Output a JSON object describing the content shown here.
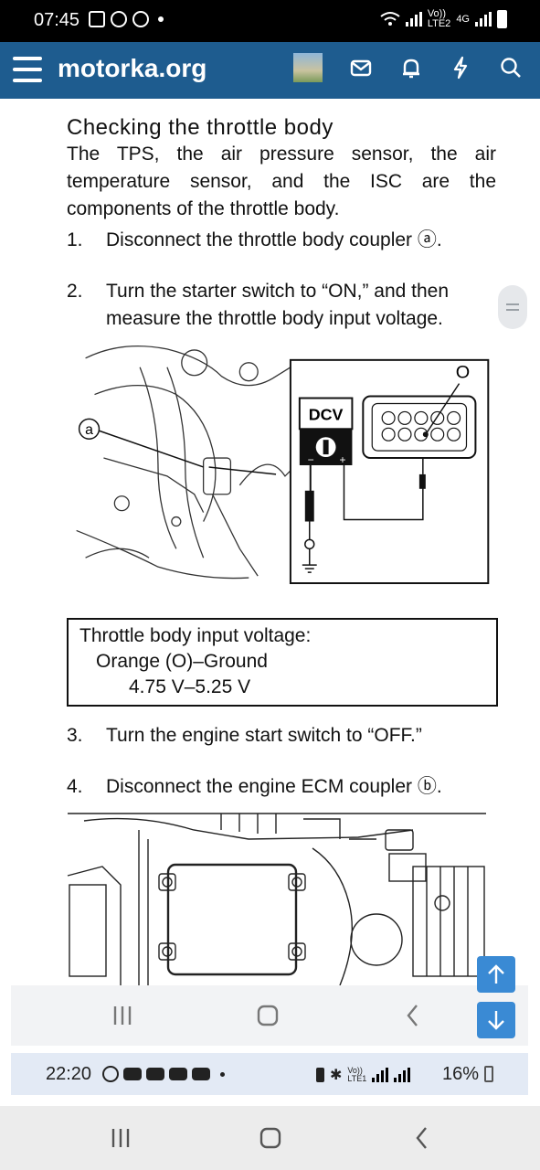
{
  "status_bar": {
    "time": "07:45",
    "volte": "Vo))",
    "lte": "LTE2",
    "net": "4G"
  },
  "app_bar": {
    "site_name": "motorka.org",
    "icons": [
      "menu-icon",
      "avatar",
      "inbox-icon",
      "bell-icon",
      "bolt-icon",
      "search-icon"
    ],
    "background_color": "#1e5c8f"
  },
  "document": {
    "heading": "Checking the throttle body",
    "intro": "The TPS, the air pressure sensor, the air temperature sensor, and the ISC are the components of the throttle body.",
    "steps": [
      {
        "num": "1.",
        "text": "Disconnect the throttle body coupler ⓐ."
      },
      {
        "num": "2.",
        "text": "Turn the starter switch to “ON,” and then measure the throttle body input voltage."
      },
      {
        "num": "3.",
        "text": "Turn the engine start switch to “OFF.”"
      },
      {
        "num": "4.",
        "text": "Disconnect the engine ECM coupler ⓑ."
      }
    ],
    "diagram1": {
      "callout_a": "a",
      "meter_label": "DCV",
      "callout_o": "O",
      "minus": "−",
      "plus": "+"
    },
    "spec_box": {
      "title": "Throttle body input voltage:",
      "line1": "Orange (O)–Ground",
      "line2": "4.75 V–5.25 V"
    }
  },
  "inner_nav": {
    "icons": [
      "recents-icon",
      "home-icon",
      "back-icon"
    ]
  },
  "scroll_buttons": {
    "up": "scroll-up-button",
    "down": "scroll-down-button",
    "color": "#3a8ad4"
  },
  "second_status": {
    "time": "22:20",
    "battery": "16%",
    "volte": "Vo))",
    "lte": "LTE1"
  },
  "bottom_nav": {
    "icons": [
      "recents-icon",
      "home-icon",
      "back-icon"
    ]
  }
}
